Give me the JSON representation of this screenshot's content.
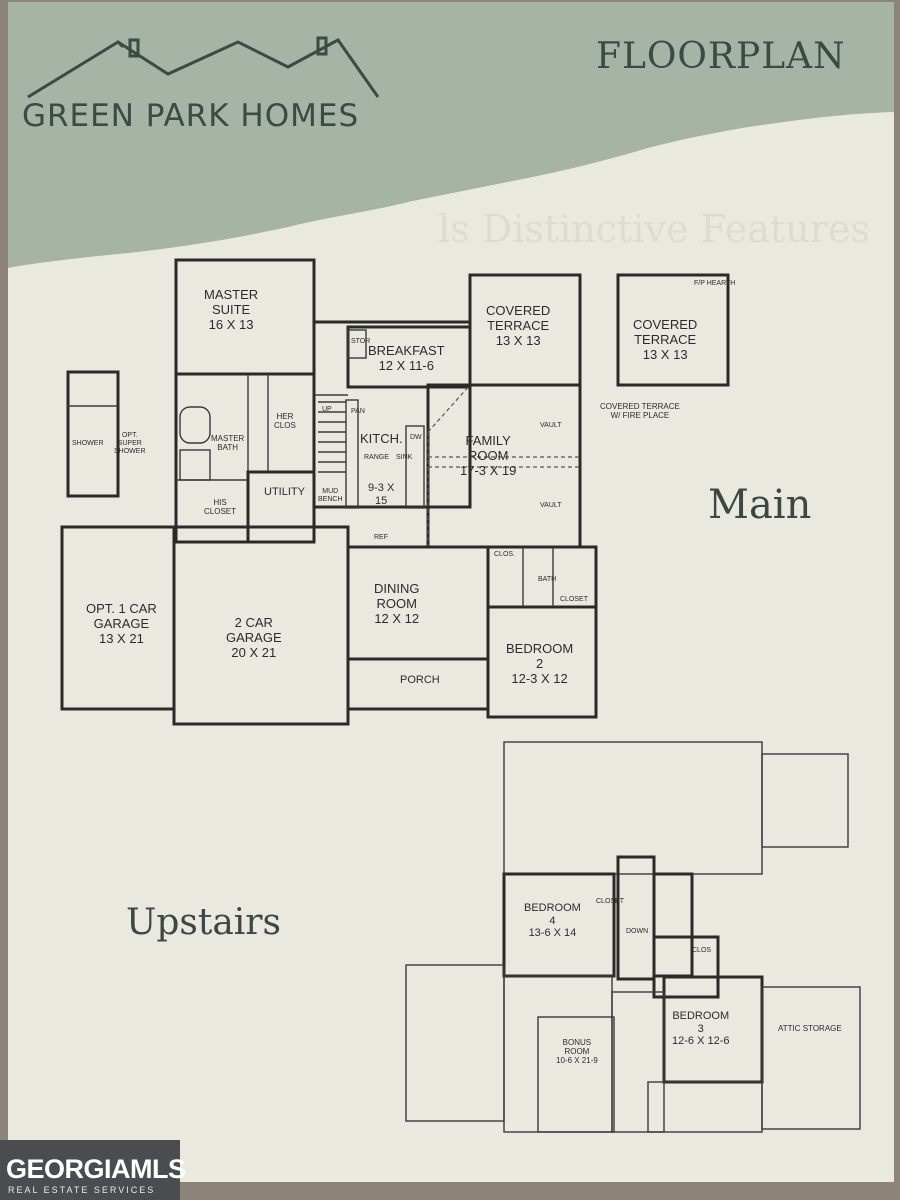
{
  "brand": {
    "name": "GREEN PARK HOMES",
    "title": "FLOORPLAN",
    "ghost_text": "ls Distinctive Features"
  },
  "sections": {
    "main": "Main",
    "upstairs": "Upstairs"
  },
  "colors": {
    "banner": "#a6b4a5",
    "paper": "#e9e9e0",
    "ink": "#2a2a2a",
    "logo_bg": "#4a4c4f"
  },
  "main_floor": {
    "master_suite": {
      "name": "MASTER",
      "name2": "SUITE",
      "size": "16 X 13"
    },
    "breakfast": {
      "name": "BREAKFAST",
      "size": "12 X 11-6"
    },
    "stor": "STOR",
    "covered_terrace_1": {
      "name": "COVERED",
      "name2": "TERRACE",
      "size": "13 X 13"
    },
    "covered_terrace_2": {
      "name": "COVERED",
      "name2": "TERRACE",
      "size": "13 X 13"
    },
    "fireplace": "F/P HEARTH",
    "terrace_note": "COVERED TERRACE",
    "terrace_note2": "W/ FIRE PLACE",
    "her_clos": "HER",
    "her_clos2": "CLOS",
    "up": "UP",
    "pan": "PAN",
    "kitchen": {
      "name": "KITCH.",
      "size": "9-3 X",
      "size2": "15"
    },
    "range": "RANGE",
    "sink": "SINK",
    "dw": "DW",
    "family_room": {
      "name": "FAMILY",
      "name2": "ROOM",
      "size": "17-3 X 19"
    },
    "vault": "VAULT",
    "master_bath": {
      "name": "MASTER",
      "name2": "BATH"
    },
    "shower": "SHOWER",
    "opt_super_shower": "OPT.",
    "opt_super_shower2": "SUPER",
    "opt_super_shower3": "SHOWER",
    "utility": "UTILITY",
    "his_closet": "HIS",
    "his_closet2": "CLOSET",
    "mud_bench": "MUD",
    "mud_bench2": "BENCH",
    "ref": "REF",
    "clos": "CLOS.",
    "bath": "BATH",
    "closet": "CLOSET",
    "opt_garage": {
      "name": "OPT. 1 CAR",
      "name2": "GARAGE",
      "size": "13 X 21"
    },
    "garage": {
      "name": "2 CAR",
      "name2": "GARAGE",
      "size": "20 X 21"
    },
    "dining": {
      "name": "DINING",
      "name2": "ROOM",
      "size": "12 X 12"
    },
    "bedroom2": {
      "name": "BEDROOM",
      "name2": "2",
      "size": "12-3 X 12"
    },
    "porch": "PORCH"
  },
  "upstairs_floor": {
    "bedroom4": {
      "name": "BEDROOM",
      "name2": "4",
      "size": "13-6 X 14"
    },
    "closet": "CLOSET",
    "down": "DOWN",
    "clos": "CLOS",
    "bedroom3": {
      "name": "BEDROOM",
      "name2": "3",
      "size": "12-6 X 12-6"
    },
    "attic": "ATTIC STORAGE",
    "bonus": {
      "name": "BONUS",
      "name2": "ROOM",
      "size": "10-6 X 21-9"
    }
  },
  "footer": {
    "logo_text": "GEORGIAMLS",
    "logo_sub": "REAL ESTATE SERVICES"
  }
}
